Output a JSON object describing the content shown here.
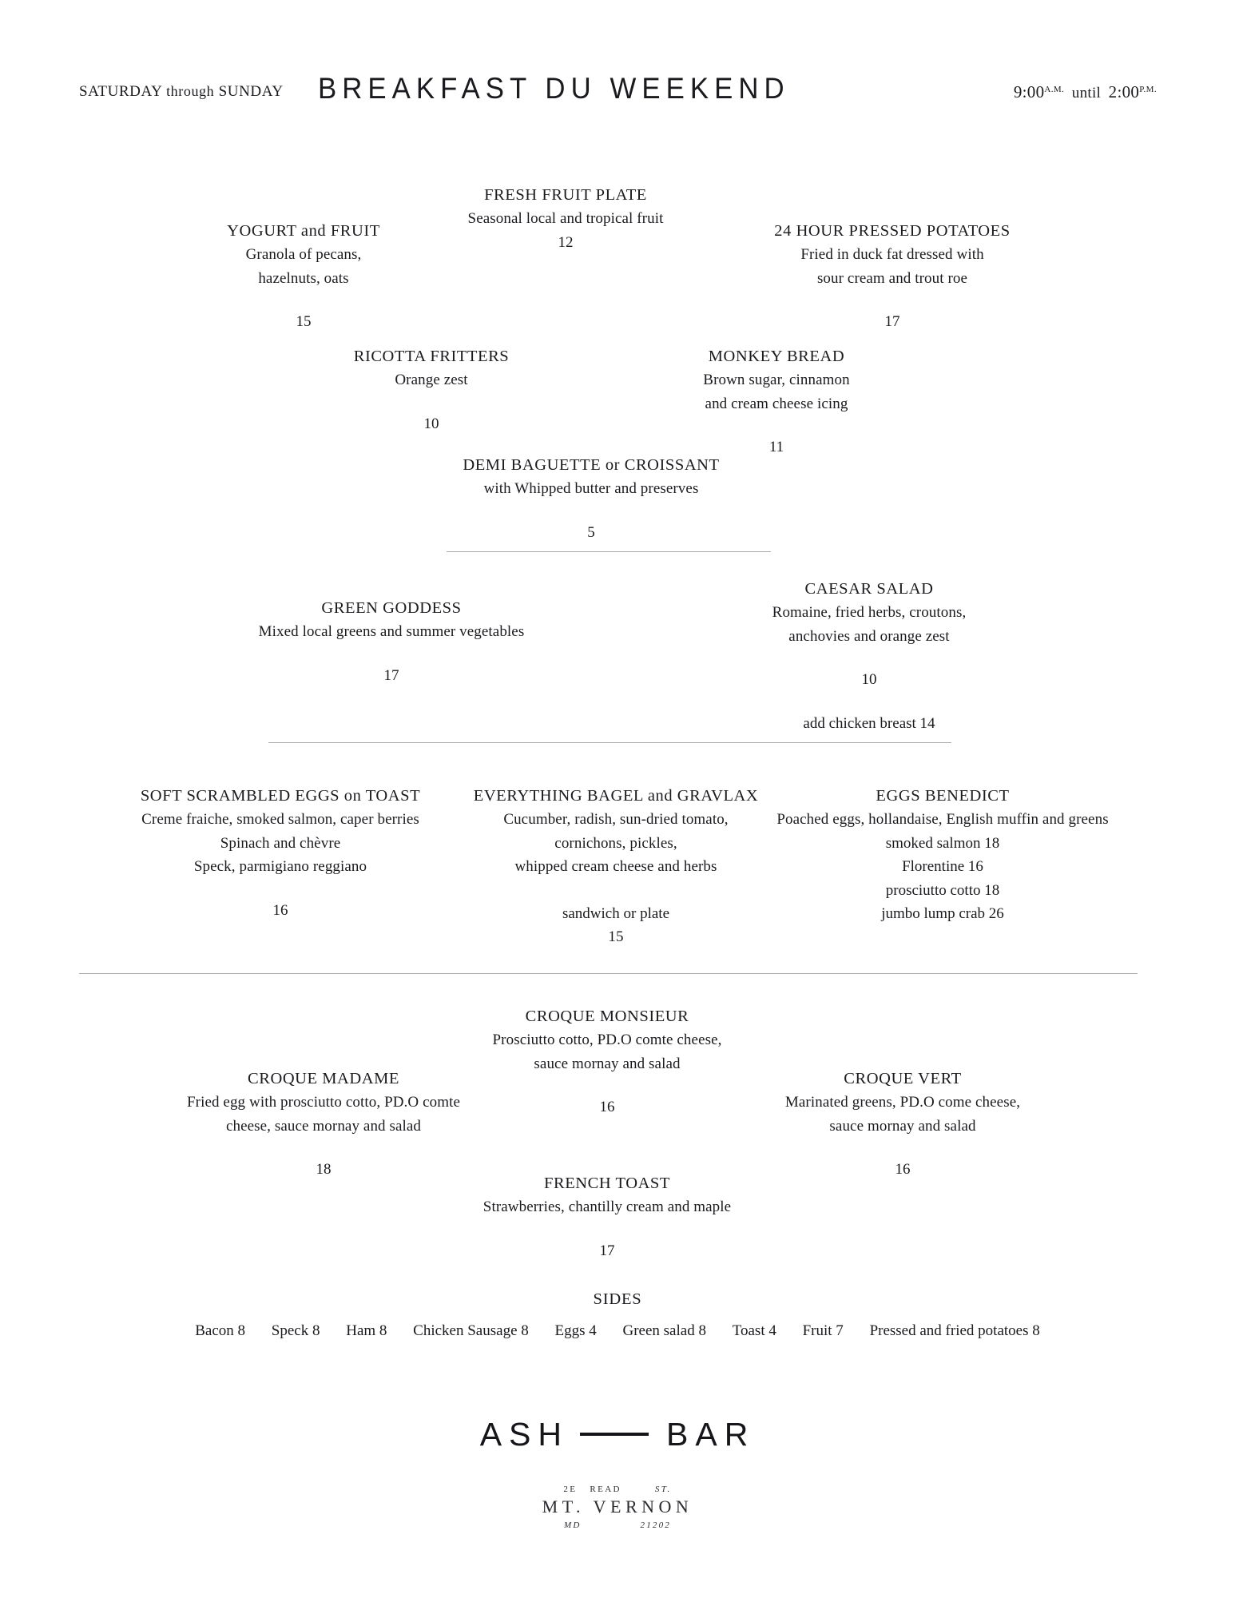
{
  "header": {
    "days_prefix": "SATURDAY",
    "days_connector": "through",
    "days_suffix": "SUNDAY",
    "title": "BREAKFAST DU WEEKEND",
    "open_time": "9:00",
    "open_meridiem": "A.M.",
    "hours_connector": "until",
    "close_time": "2:00",
    "close_meridiem": "P.M."
  },
  "breakfast": {
    "yogurt": {
      "name": "YOGURT and FRUIT",
      "desc_1": "Granola of pecans,",
      "desc_2": "hazelnuts, oats",
      "price": "15"
    },
    "fruit_plate": {
      "name": "FRESH FRUIT PLATE",
      "desc_1": "Seasonal local and tropical fruit",
      "price": "12"
    },
    "potatoes": {
      "name": "24 HOUR PRESSED POTATOES",
      "desc_1": "Fried in duck fat dressed with",
      "desc_2": "sour cream and trout roe",
      "price": "17"
    },
    "fritters": {
      "name": "RICOTTA FRITTERS",
      "desc_1": "Orange zest",
      "price": "10"
    },
    "monkey_bread": {
      "name": "MONKEY BREAD",
      "desc_1": "Brown sugar, cinnamon",
      "desc_2": "and cream cheese icing",
      "price": "11"
    },
    "baguette": {
      "name": "DEMI BAGUETTE or CROISSANT",
      "desc_1": "with Whipped butter and preserves",
      "price": "5"
    }
  },
  "salads": {
    "green_goddess": {
      "name": "GREEN GODDESS",
      "desc_1": "Mixed local greens and summer vegetables",
      "price": "17"
    },
    "caesar": {
      "name": "CAESAR SALAD",
      "desc_1": "Romaine, fried herbs, croutons,",
      "desc_2": "anchovies and orange zest",
      "price": "10",
      "add_on": "add chicken breast 14"
    }
  },
  "eggs": {
    "scrambled": {
      "name": "SOFT SCRAMBLED EGGS on TOAST",
      "desc_1": "Creme fraiche, smoked salmon, caper berries",
      "desc_2": "Spinach and chèvre",
      "desc_3": "Speck, parmigiano reggiano",
      "price": "16"
    },
    "bagel": {
      "name": "EVERYTHING BAGEL and GRAVLAX",
      "desc_1": "Cucumber, radish, sun-dried tomato,",
      "desc_2": "cornichons, pickles,",
      "desc_3": "whipped cream cheese and herbs",
      "note": "sandwich or plate",
      "price": "15"
    },
    "benedict": {
      "name": "EGGS BENEDICT",
      "desc_1": "Poached eggs, hollandaise, English muffin and greens",
      "option_1": "smoked salmon 18",
      "option_2": "Florentine 16",
      "option_3": "prosciutto cotto 18",
      "option_4": "jumbo lump crab 26"
    }
  },
  "croques": {
    "monsieur": {
      "name": "CROQUE MONSIEUR",
      "desc_1": "Prosciutto cotto, PD.O comte cheese,",
      "desc_2": "sauce mornay and salad",
      "price": "16"
    },
    "madame": {
      "name": "CROQUE MADAME",
      "desc_1": "Fried egg with prosciutto cotto, PD.O comte",
      "desc_2": "cheese, sauce mornay and salad",
      "price": "18"
    },
    "vert": {
      "name": "CROQUE VERT",
      "desc_1": "Marinated greens, PD.O come cheese,",
      "desc_2": "sauce mornay and salad",
      "price": "16"
    },
    "french_toast": {
      "name": "FRENCH TOAST",
      "desc_1": "Strawberries, chantilly cream and maple",
      "price": "17"
    }
  },
  "sides": {
    "title": "SIDES",
    "items": [
      "Bacon 8",
      "Speck 8",
      "Ham 8",
      "Chicken Sausage 8",
      "Eggs 4",
      "Green salad 8",
      "Toast 4",
      "Fruit 7",
      "Pressed and fried potatoes 8"
    ]
  },
  "footer": {
    "logo_left": "ASH",
    "logo_right": "BAR",
    "address_number": "2E",
    "address_street": "READ",
    "address_street_type": "ST.",
    "address_city": "MT. VERNON",
    "address_state": "MD",
    "address_zip": "21202"
  },
  "colors": {
    "ink": "#1b1b1f",
    "rule": "#a9a9ab",
    "background": "#ffffff"
  }
}
